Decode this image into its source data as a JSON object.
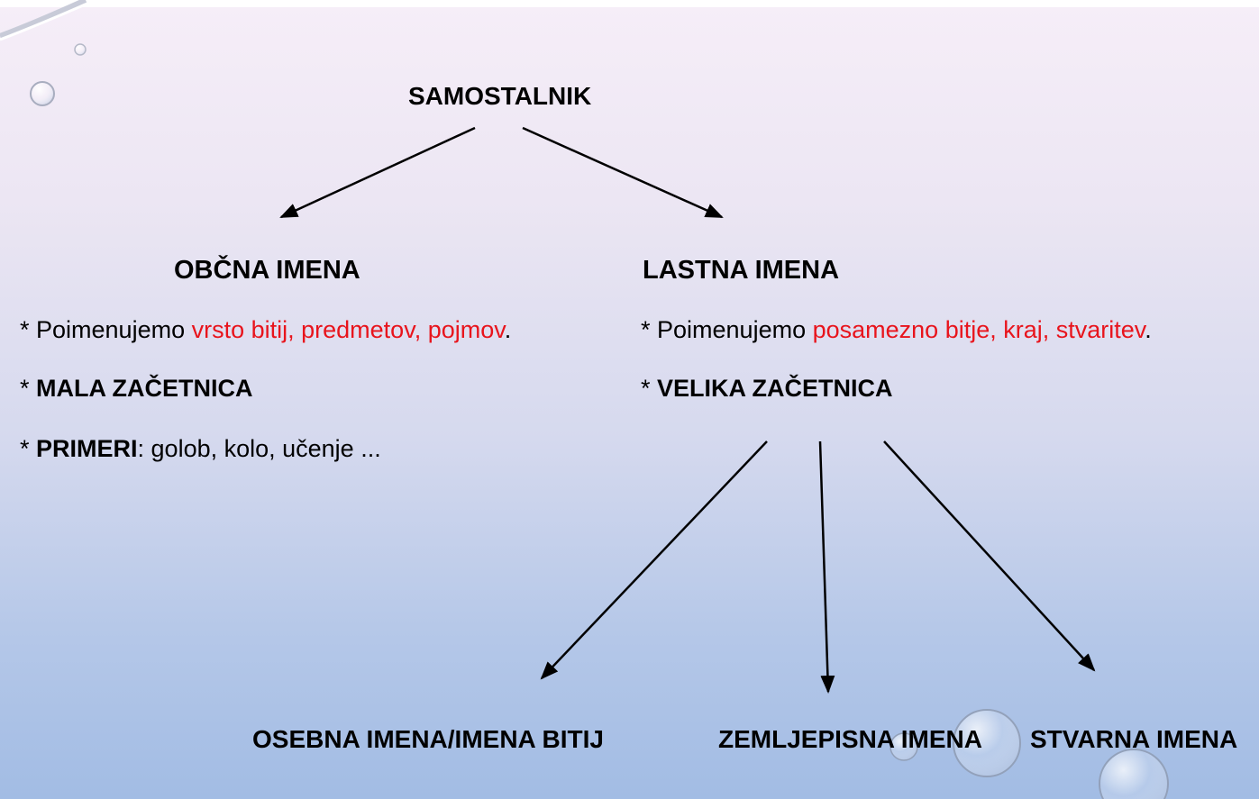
{
  "root": {
    "label": "SAMOSTALNIK"
  },
  "left": {
    "heading": "OBČNA IMENA",
    "line1": {
      "prefix": "* Poimenujemo ",
      "highlight": "vrsto bitij, predmetov, pojmov",
      "suffix": "."
    },
    "line2": {
      "prefix": "* ",
      "bold": "MALA ZAČETNICA"
    },
    "line3": {
      "prefix": "* ",
      "bold": "PRIMERI",
      "rest": ": golob, kolo, učenje ..."
    }
  },
  "right": {
    "heading": "LASTNA IMENA",
    "line1": {
      "prefix": "* Poimenujemo ",
      "highlight": "posamezno bitje, kraj, stvaritev",
      "suffix": "."
    },
    "line2": {
      "prefix": "* ",
      "bold": "VELIKA ZAČETNICA"
    }
  },
  "children": {
    "personal": "OSEBNA IMENA/IMENA BITIJ",
    "geographic": "ZEMLJEPISNA IMENA",
    "object": "STVARNA IMENA"
  },
  "colors": {
    "highlight": "#e8141c",
    "text": "#000000"
  }
}
